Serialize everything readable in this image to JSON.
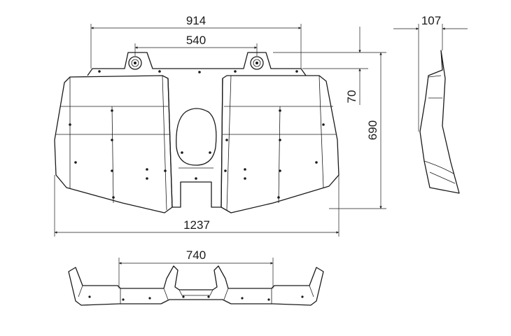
{
  "dimensions": {
    "width_top": "914",
    "hole_spacing": "540",
    "side_depth": "107",
    "mount_height": "70",
    "overall_height": "690",
    "overall_width": "1237",
    "bottom_width": "740"
  }
}
